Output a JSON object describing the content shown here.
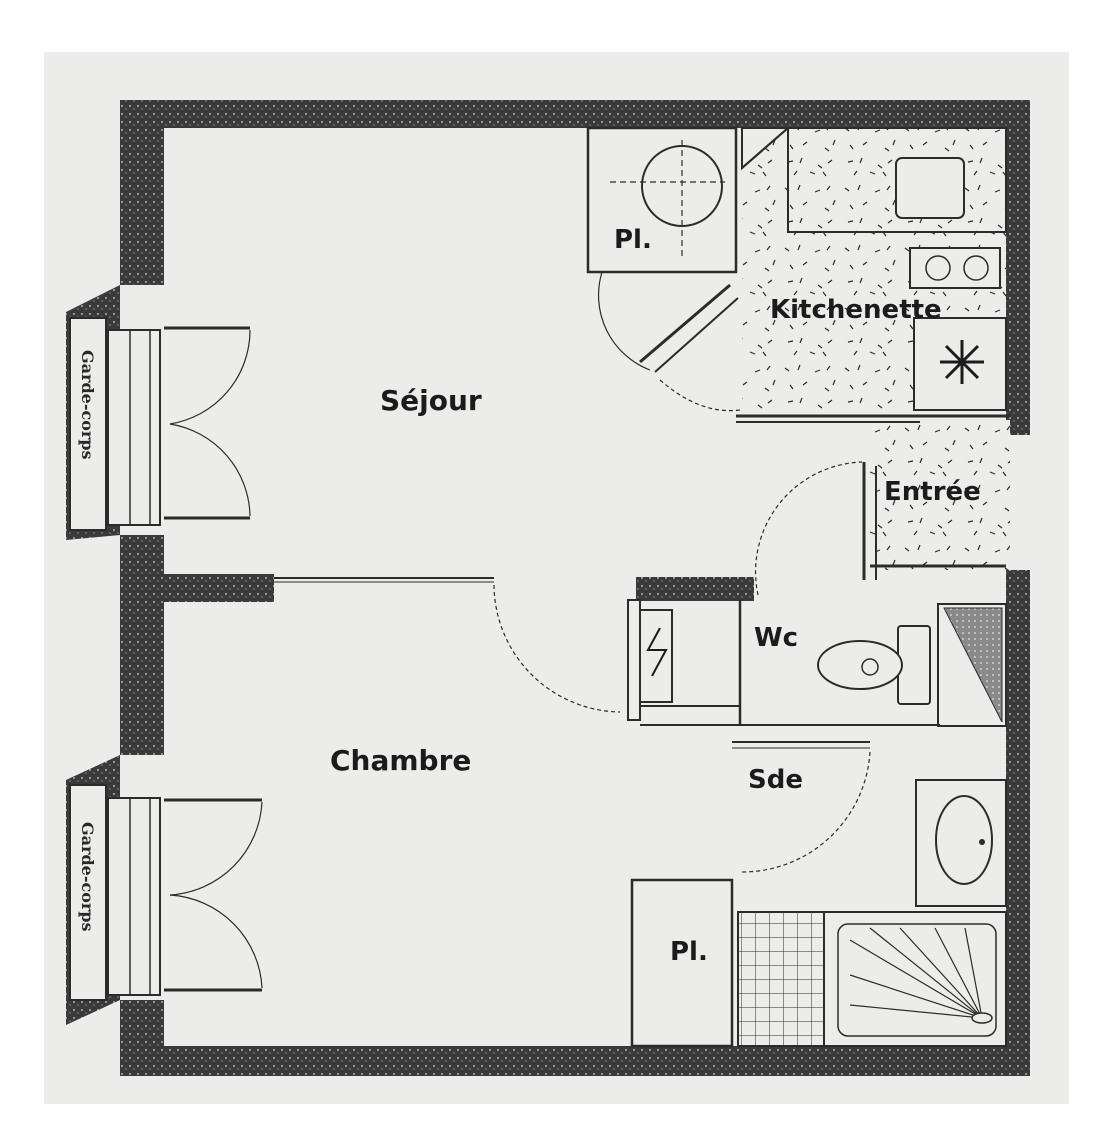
{
  "rooms": {
    "sejour": "Séjour",
    "chambre": "Chambre",
    "kitchenette": "Kitchenette",
    "entree": "Entrée",
    "wc": "Wc",
    "sde": "Sde",
    "placard_top": "Pl.",
    "placard_bottom": "Pl."
  },
  "railings": {
    "top": "Garde-corps",
    "bottom": "Garde-corps"
  },
  "colors": {
    "paper": "#ececea",
    "wall": "#3a3a3a",
    "line": "#2b2b2b"
  }
}
